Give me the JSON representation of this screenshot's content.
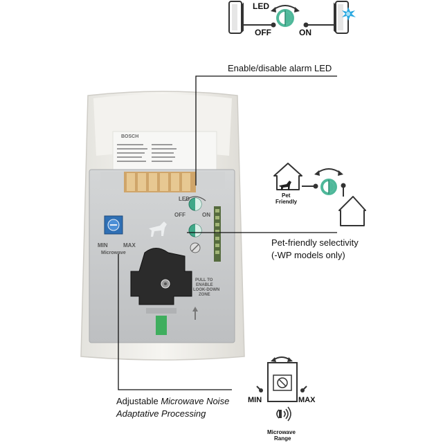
{
  "led_panel": {
    "title": "LED",
    "off_label": "OFF",
    "on_label": "ON"
  },
  "callouts": {
    "enable_led": "Enable/disable alarm LED",
    "pet_line1": "Pet-friendly selectivity",
    "pet_line2": "(-WP models only)",
    "mw_line1_a": "Adjustable ",
    "mw_line1_b": "Microwave Noise",
    "mw_line2": "Adaptative Processing"
  },
  "pet_panel": {
    "label_line1": "Pet",
    "label_line2": "Friendly"
  },
  "mw_panel": {
    "min_label": "MIN",
    "max_label": "MAX",
    "range_line1": "Microwave",
    "range_line2": "Range"
  },
  "device": {
    "brand": "BOSCH",
    "led_label": "LED",
    "off_label": "OFF",
    "on_label": "ON",
    "min_label": "MIN",
    "max_label": "MAX",
    "microwave_label": "Microwave",
    "pull_label_1": "PULL TO",
    "pull_label_2": "ENABLE",
    "pull_label_3": "LOOK-DOWN",
    "pull_label_4": "ZONE"
  },
  "colors": {
    "accent_green": "#4fb89a",
    "flash_blue": "#2aa8e0",
    "device_white": "#f1f0ec",
    "pcb_grey": "#c9cbcc",
    "connector_tan": "#d9b77f"
  }
}
